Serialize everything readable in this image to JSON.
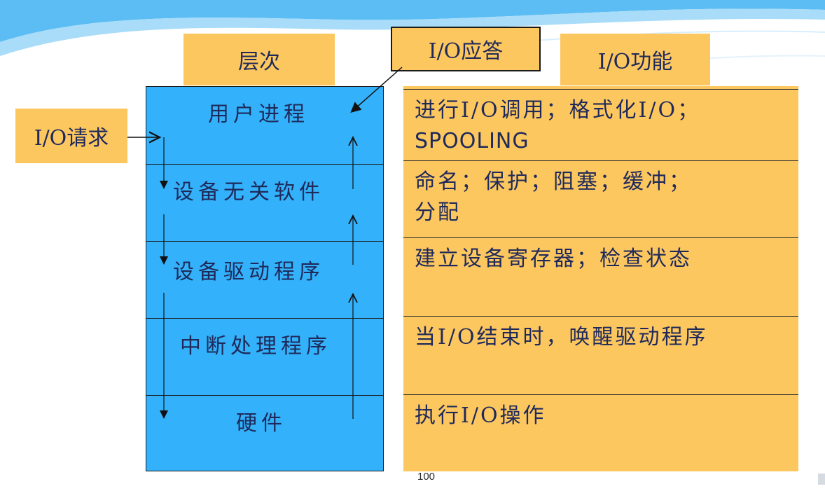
{
  "headers": {
    "level": "层次",
    "function": "I/O功能"
  },
  "callouts": {
    "io_response": "I/O应答",
    "io_request": "I/O请求"
  },
  "layers": [
    {
      "name": "用户进程",
      "function_lines": [
        "进行I/O调用；格式化I/O；",
        "SPOOLING"
      ]
    },
    {
      "name": "设备无关软件",
      "function_lines": [
        "命名；保护；阻塞；缓冲；",
        "分配"
      ]
    },
    {
      "name": "设备驱动程序",
      "function_lines": [
        "建立设备寄存器；检查状态"
      ]
    },
    {
      "name": "中断处理程序",
      "function_lines": [
        "当I/O结束时，唤醒驱动程序"
      ]
    },
    {
      "name": "硬件",
      "function_lines": [
        "执行I/O操作"
      ]
    }
  ],
  "page_number": "100",
  "colors": {
    "wave": "#5bbdf3",
    "label_fill": "#fdc760",
    "layer_fill": "#33b1fa",
    "text": "#1f2a5a"
  }
}
